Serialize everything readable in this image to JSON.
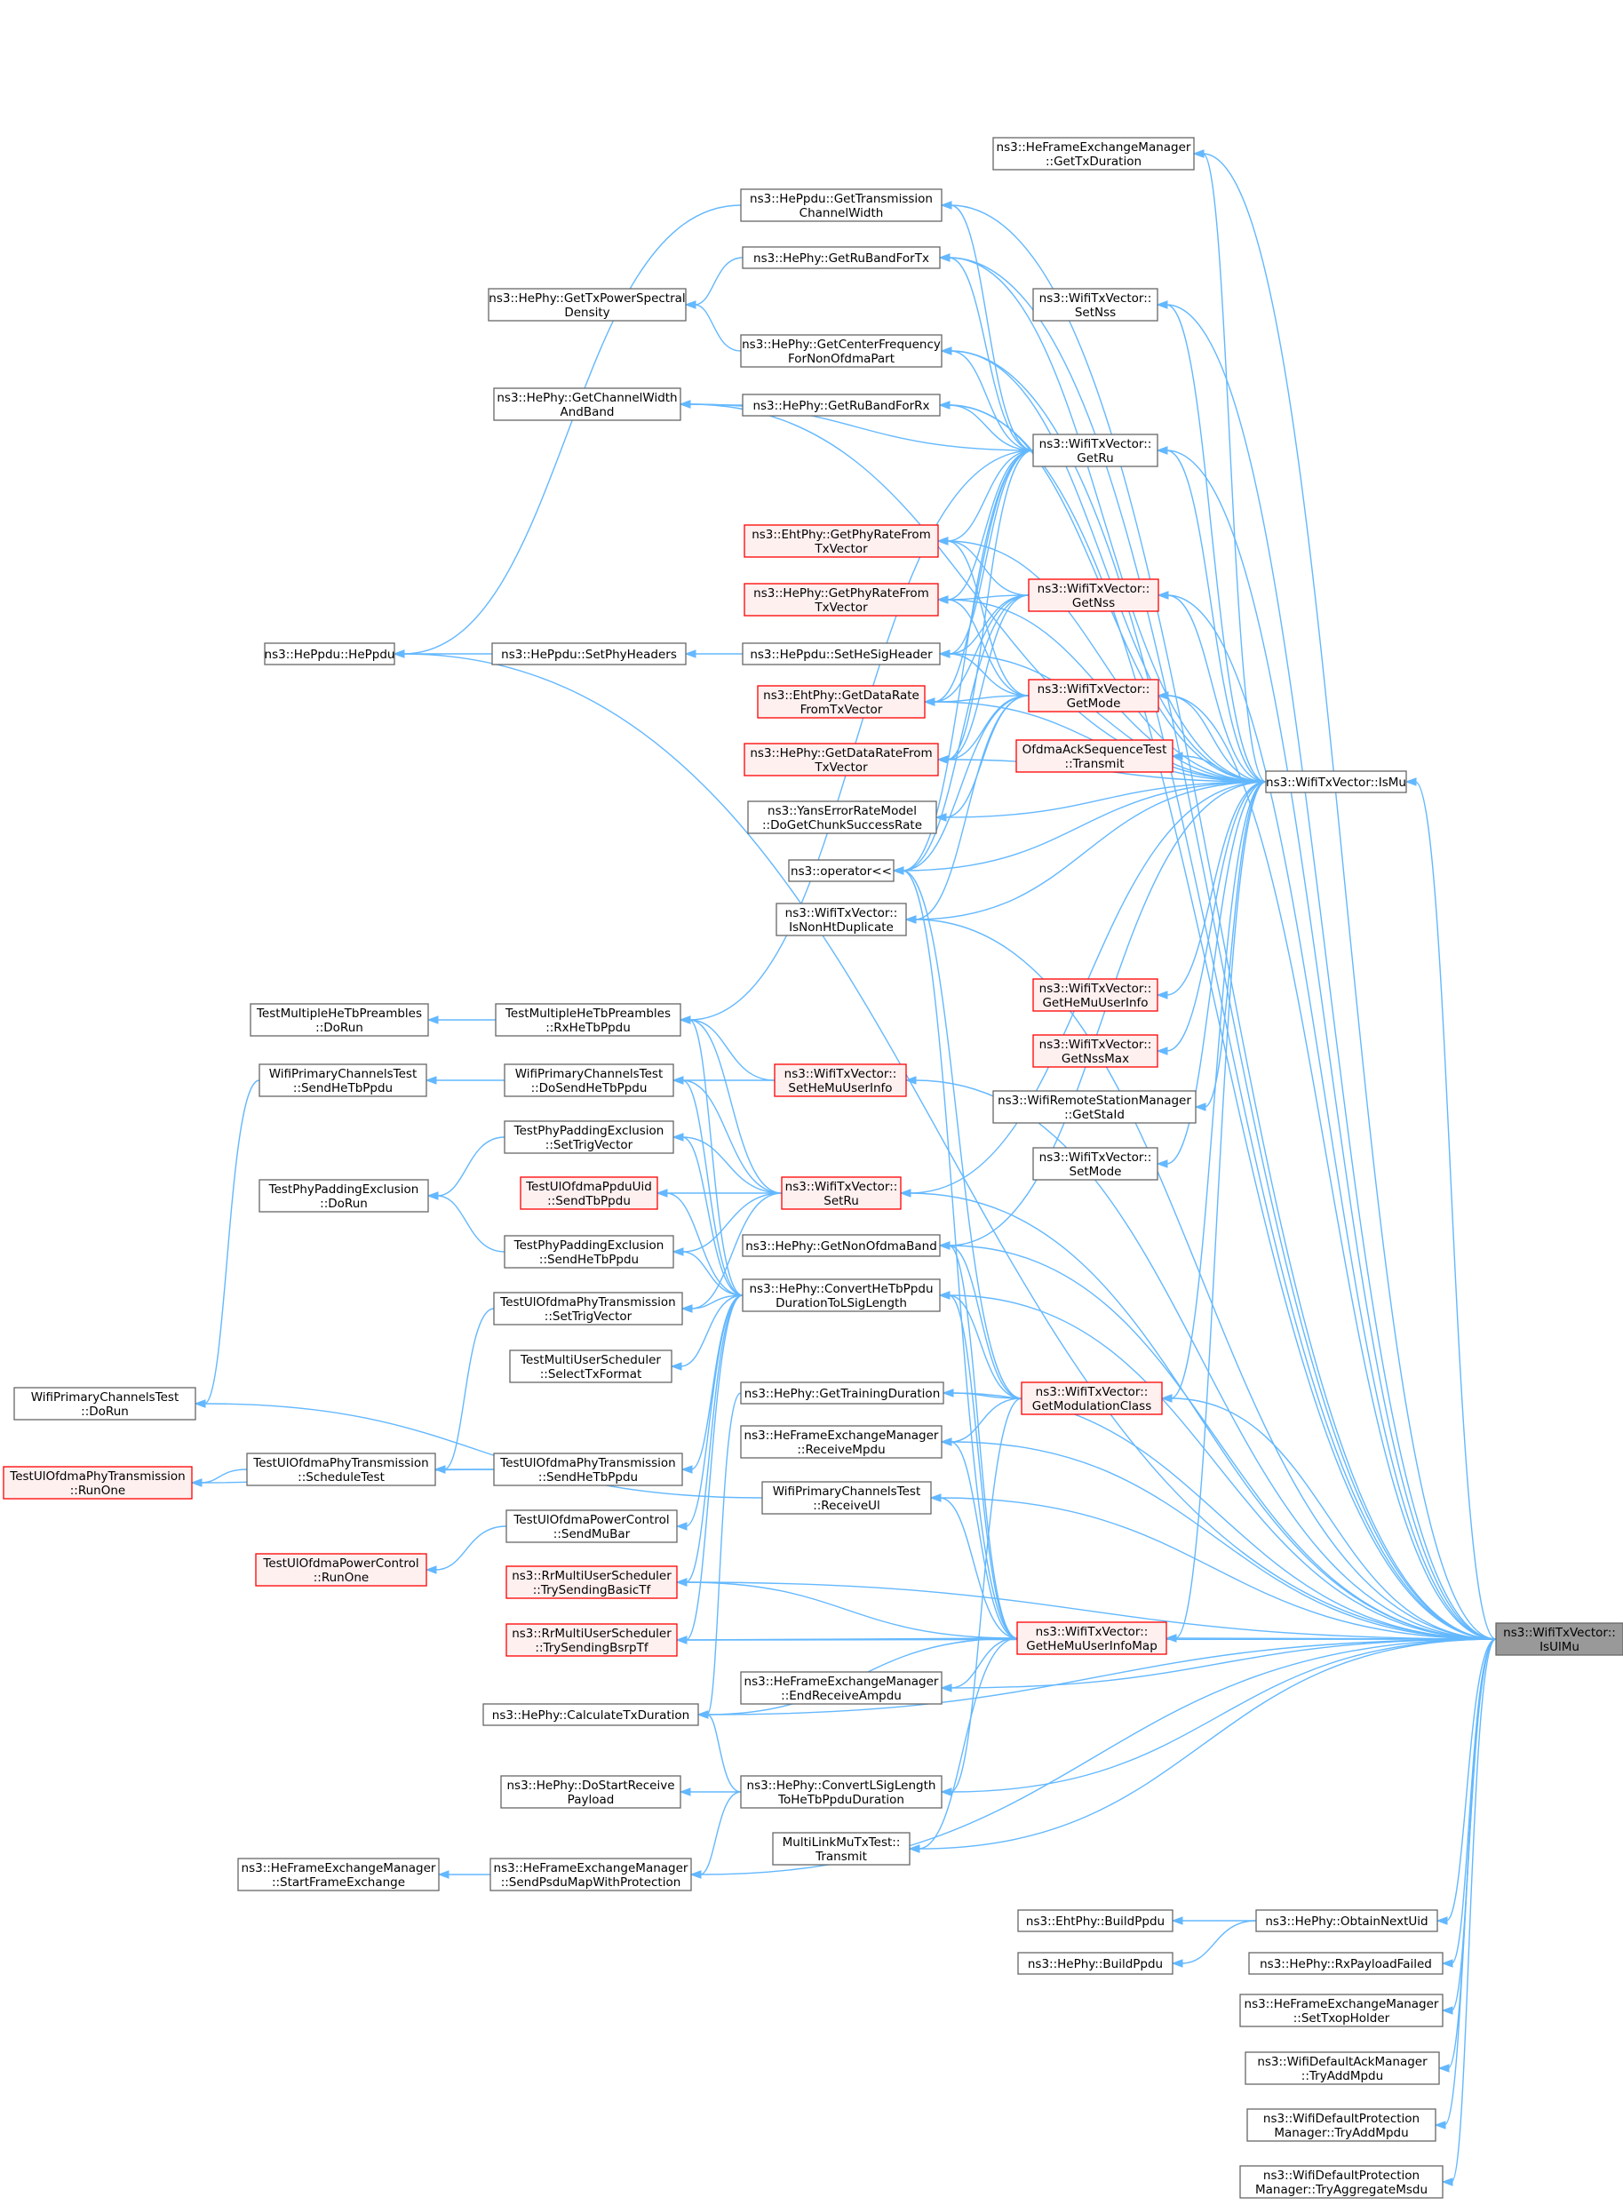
{
  "diagram": {
    "root": "ns3::WifiTxVector::IsUlMu",
    "nodes": [
      {
        "id": "root",
        "lines": [
          "ns3::WifiTxVector::",
          "IsUlMu"
        ],
        "style": "root"
      },
      {
        "id": "isMu",
        "lines": [
          "ns3::WifiTxVector::IsMu"
        ],
        "style": "normal"
      },
      {
        "id": "getHeMuUserInfoMap",
        "lines": [
          "ns3::WifiTxVector::",
          "GetHeMuUserInfoMap"
        ],
        "style": "red"
      },
      {
        "id": "getModulationClass",
        "lines": [
          "ns3::WifiTxVector::",
          "GetModulationClass"
        ],
        "style": "red"
      },
      {
        "id": "getMode",
        "lines": [
          "ns3::WifiTxVector::",
          "GetMode"
        ],
        "style": "red"
      },
      {
        "id": "getNss",
        "lines": [
          "ns3::WifiTxVector::",
          "GetNss"
        ],
        "style": "red"
      },
      {
        "id": "getRu",
        "lines": [
          "ns3::WifiTxVector::",
          "GetRu"
        ],
        "style": "normal"
      },
      {
        "id": "setNss",
        "lines": [
          "ns3::WifiTxVector::",
          "SetNss"
        ],
        "style": "normal"
      },
      {
        "id": "heFemGetTxDuration",
        "lines": [
          "ns3::HeFrameExchangeManager",
          "::GetTxDuration"
        ],
        "style": "normal"
      },
      {
        "id": "ofdmaAckTransmit",
        "lines": [
          "OfdmaAckSequenceTest",
          "::Transmit"
        ],
        "style": "red"
      },
      {
        "id": "getHeMuUserInfo",
        "lines": [
          "ns3::WifiTxVector::",
          "GetHeMuUserInfo"
        ],
        "style": "red"
      },
      {
        "id": "getNssMax",
        "lines": [
          "ns3::WifiTxVector::",
          "GetNssMax"
        ],
        "style": "red"
      },
      {
        "id": "getStaId",
        "lines": [
          "ns3::WifiRemoteStationManager",
          "::GetStaId"
        ],
        "style": "normal"
      },
      {
        "id": "setMode",
        "lines": [
          "ns3::WifiTxVector::",
          "SetMode"
        ],
        "style": "normal"
      },
      {
        "id": "hePpduGetTxChannelWidth",
        "lines": [
          "ns3::HePpdu::GetTransmission",
          "ChannelWidth"
        ],
        "style": "normal"
      },
      {
        "id": "getRuBandForTx",
        "lines": [
          "ns3::HePhy::GetRuBandForTx"
        ],
        "style": "normal"
      },
      {
        "id": "getCenterFreq",
        "lines": [
          "ns3::HePhy::GetCenterFrequency",
          "ForNonOfdmaPart"
        ],
        "style": "normal"
      },
      {
        "id": "getRuBandForRx",
        "lines": [
          "ns3::HePhy::GetRuBandForRx"
        ],
        "style": "normal"
      },
      {
        "id": "ehtGetPhyRate",
        "lines": [
          "ns3::EhtPhy::GetPhyRateFrom",
          "TxVector"
        ],
        "style": "red"
      },
      {
        "id": "heGetPhyRate",
        "lines": [
          "ns3::HePhy::GetPhyRateFrom",
          "TxVector"
        ],
        "style": "red"
      },
      {
        "id": "setHeSigHeader",
        "lines": [
          "ns3::HePpdu::SetHeSigHeader"
        ],
        "style": "normal"
      },
      {
        "id": "ehtGetDataRate",
        "lines": [
          "ns3::EhtPhy::GetDataRate",
          "FromTxVector"
        ],
        "style": "red"
      },
      {
        "id": "heGetDataRate",
        "lines": [
          "ns3::HePhy::GetDataRateFrom",
          "TxVector"
        ],
        "style": "red"
      },
      {
        "id": "yansDoGetChunk",
        "lines": [
          "ns3::YansErrorRateModel",
          "::DoGetChunkSuccessRate"
        ],
        "style": "normal"
      },
      {
        "id": "operatorLsh",
        "lines": [
          "ns3::operator<<"
        ],
        "style": "normal"
      },
      {
        "id": "isNonHtDuplicate",
        "lines": [
          "ns3::WifiTxVector::",
          "IsNonHtDuplicate"
        ],
        "style": "normal"
      },
      {
        "id": "getTxPowerSpectral",
        "lines": [
          "ns3::HePhy::GetTxPowerSpectral",
          "Density"
        ],
        "style": "normal"
      },
      {
        "id": "getChannelWidthAndBand",
        "lines": [
          "ns3::HePhy::GetChannelWidth",
          "AndBand"
        ],
        "style": "normal"
      },
      {
        "id": "hePpduHePpdu",
        "lines": [
          "ns3::HePpdu::HePpdu"
        ],
        "style": "normal"
      },
      {
        "id": "setPhyHeaders",
        "lines": [
          "ns3::HePpdu::SetPhyHeaders"
        ],
        "style": "normal"
      },
      {
        "id": "tmhpDoRun",
        "lines": [
          "TestMultipleHeTbPreambles",
          "::DoRun"
        ],
        "style": "normal"
      },
      {
        "id": "tmhpRxHeTbPpdu",
        "lines": [
          "TestMultipleHeTbPreambles",
          "::RxHeTbPpdu"
        ],
        "style": "normal"
      },
      {
        "id": "wpctSendHeTbPpdu",
        "lines": [
          "WifiPrimaryChannelsTest",
          "::SendHeTbPpdu"
        ],
        "style": "normal"
      },
      {
        "id": "wpctDoSendHeTbPpdu",
        "lines": [
          "WifiPrimaryChannelsTest",
          "::DoSendHeTbPpdu"
        ],
        "style": "normal"
      },
      {
        "id": "setHeMuUserInfo",
        "lines": [
          "ns3::WifiTxVector::",
          "SetHeMuUserInfo"
        ],
        "style": "red"
      },
      {
        "id": "tppeSetTrigVector",
        "lines": [
          "TestPhyPaddingExclusion",
          "::SetTrigVector"
        ],
        "style": "normal"
      },
      {
        "id": "tppeDoRun",
        "lines": [
          "TestPhyPaddingExclusion",
          "::DoRun"
        ],
        "style": "normal"
      },
      {
        "id": "tuopuSendTbPpdu",
        "lines": [
          "TestUlOfdmaPpduUid",
          "::SendTbPpdu"
        ],
        "style": "red"
      },
      {
        "id": "setRu",
        "lines": [
          "ns3::WifiTxVector::",
          "SetRu"
        ],
        "style": "red"
      },
      {
        "id": "tppeSendHeTbPpdu",
        "lines": [
          "TestPhyPaddingExclusion",
          "::SendHeTbPpdu"
        ],
        "style": "normal"
      },
      {
        "id": "getNonOfdmaBand",
        "lines": [
          "ns3::HePhy::GetNonOfdmaBand"
        ],
        "style": "normal"
      },
      {
        "id": "convertHeTbPpdu",
        "lines": [
          "ns3::HePhy::ConvertHeTbPpdu",
          "DurationToLSigLength"
        ],
        "style": "normal"
      },
      {
        "id": "tuoptSetTrigVector",
        "lines": [
          "TestUlOfdmaPhyTransmission",
          "::SetTrigVector"
        ],
        "style": "normal"
      },
      {
        "id": "tmusSelectTxFormat",
        "lines": [
          "TestMultiUserScheduler",
          "::SelectTxFormat"
        ],
        "style": "normal"
      },
      {
        "id": "wpctDoRun",
        "lines": [
          "WifiPrimaryChannelsTest",
          "::DoRun"
        ],
        "style": "normal"
      },
      {
        "id": "getTrainingDuration",
        "lines": [
          "ns3::HePhy::GetTrainingDuration"
        ],
        "style": "normal"
      },
      {
        "id": "heFemReceiveMpdu",
        "lines": [
          "ns3::HeFrameExchangeManager",
          "::ReceiveMpdu"
        ],
        "style": "normal"
      },
      {
        "id": "tuoptScheduleTest",
        "lines": [
          "TestUlOfdmaPhyTransmission",
          "::ScheduleTest"
        ],
        "style": "normal"
      },
      {
        "id": "tuoptSendHeTbPpdu",
        "lines": [
          "TestUlOfdmaPhyTransmission",
          "::SendHeTbPpdu"
        ],
        "style": "normal"
      },
      {
        "id": "tuoptRunOne",
        "lines": [
          "TestUlOfdmaPhyTransmission",
          "::RunOne"
        ],
        "style": "red"
      },
      {
        "id": "wpctReceiveUl",
        "lines": [
          "WifiPrimaryChannelsTest",
          "::ReceiveUl"
        ],
        "style": "normal"
      },
      {
        "id": "tuopcSendMuBar",
        "lines": [
          "TestUlOfdmaPowerControl",
          "::SendMuBar"
        ],
        "style": "normal"
      },
      {
        "id": "tuopcRunOne",
        "lines": [
          "TestUlOfdmaPowerControl",
          "::RunOne"
        ],
        "style": "red"
      },
      {
        "id": "rrTrySendingBasicTf",
        "lines": [
          "ns3::RrMultiUserScheduler",
          "::TrySendingBasicTf"
        ],
        "style": "red"
      },
      {
        "id": "rrTrySendingBsrpTf",
        "lines": [
          "ns3::RrMultiUserScheduler",
          "::TrySendingBsrpTf"
        ],
        "style": "red"
      },
      {
        "id": "heFemEndReceiveAmpdu",
        "lines": [
          "ns3::HeFrameExchangeManager",
          "::EndReceiveAmpdu"
        ],
        "style": "normal"
      },
      {
        "id": "calculateTxDuration",
        "lines": [
          "ns3::HePhy::CalculateTxDuration"
        ],
        "style": "normal"
      },
      {
        "id": "doStartReceivePayload",
        "lines": [
          "ns3::HePhy::DoStartReceive",
          "Payload"
        ],
        "style": "normal"
      },
      {
        "id": "convertLSigLength",
        "lines": [
          "ns3::HePhy::ConvertLSigLength",
          "ToHeTbPpduDuration"
        ],
        "style": "normal"
      },
      {
        "id": "mlmTransmit",
        "lines": [
          "MultiLinkMuTxTest::",
          "Transmit"
        ],
        "style": "normal"
      },
      {
        "id": "heFemStartFrameExchange",
        "lines": [
          "ns3::HeFrameExchangeManager",
          "::StartFrameExchange"
        ],
        "style": "normal"
      },
      {
        "id": "heFemSendPsduMap",
        "lines": [
          "ns3::HeFrameExchangeManager",
          "::SendPsduMapWithProtection"
        ],
        "style": "normal"
      },
      {
        "id": "ehtBuildPpdu",
        "lines": [
          "ns3::EhtPhy::BuildPpdu"
        ],
        "style": "normal"
      },
      {
        "id": "heBuildPpdu",
        "lines": [
          "ns3::HePhy::BuildPpdu"
        ],
        "style": "normal"
      },
      {
        "id": "obtainNextUid",
        "lines": [
          "ns3::HePhy::ObtainNextUid"
        ],
        "style": "normal"
      },
      {
        "id": "rxPayloadFailed",
        "lines": [
          "ns3::HePhy::RxPayloadFailed"
        ],
        "style": "normal"
      },
      {
        "id": "setTxopHolder",
        "lines": [
          "ns3::HeFrameExchangeManager",
          "::SetTxopHolder"
        ],
        "style": "normal"
      },
      {
        "id": "ackTryAddMpdu",
        "lines": [
          "ns3::WifiDefaultAckManager",
          "::TryAddMpdu"
        ],
        "style": "normal"
      },
      {
        "id": "protTryAddMpdu",
        "lines": [
          "ns3::WifiDefaultProtection",
          "Manager::TryAddMpdu"
        ],
        "style": "normal"
      },
      {
        "id": "protTryAggregateMsdu",
        "lines": [
          "ns3::WifiDefaultProtection",
          "Manager::TryAggregateMsdu"
        ],
        "style": "normal"
      }
    ]
  }
}
